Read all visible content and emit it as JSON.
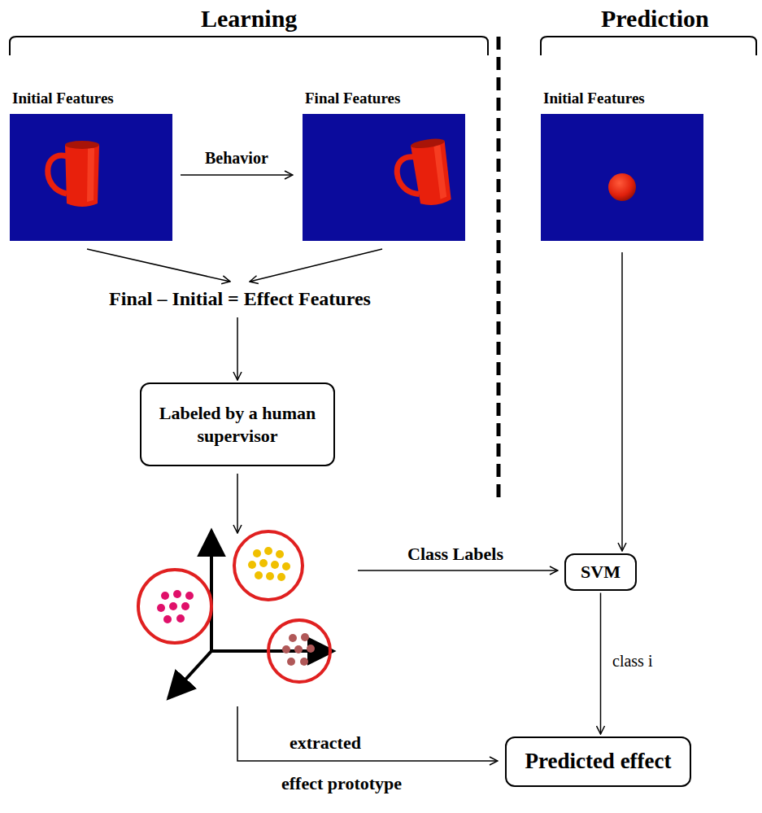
{
  "diagram": {
    "nodes": [
      {
        "text": [
          "Initial Features"
        ]
      },
      {
        "text": [
          "Final Features"
        ]
      },
      {
        "text": [
          "Initial Features"
        ]
      },
      {
        "text": [
          "Final – Initial = Effect Features"
        ]
      },
      {
        "text": [
          "Labeled by a human supervisor"
        ]
      },
      {
        "text": [
          "SVM"
        ]
      },
      {
        "text": [
          "Predicted effect"
        ]
      }
    ],
    "edges": [
      {
        "from": 0,
        "to": 1,
        "label": "Behavior",
        "arrow": "to"
      },
      {
        "from": 0,
        "to": 3,
        "arrow": "to"
      },
      {
        "from": 1,
        "to": 3,
        "arrow": "to"
      },
      {
        "from": 3,
        "to": 4,
        "arrow": "to"
      },
      {
        "from": 2,
        "to": 5,
        "arrow": "to"
      },
      {
        "from": 5,
        "to": 6,
        "label": "class i",
        "arrow": "to"
      }
    ],
    "labels": [
      "Learning",
      "Prediction",
      "Class Labels",
      "extracted",
      "effect prototype"
    ]
  }
}
